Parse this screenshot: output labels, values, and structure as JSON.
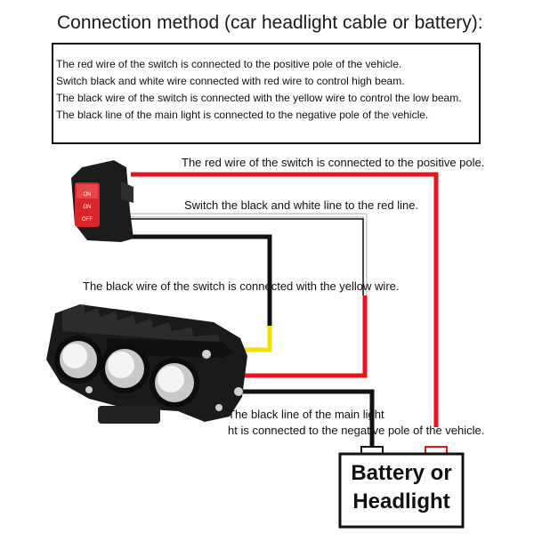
{
  "title": "Connection method (car headlight cable or battery):",
  "box_lines": [
    "The red wire of the switch is connected to the positive pole of the vehicle.",
    "Switch black and white wire connected with red wire to control high beam.",
    "The black wire of the switch is connected with the yellow wire to control the low beam.",
    "The black line of the main light is connected to the negative pole of the vehicle."
  ],
  "labels": {
    "red_wire": "The red wire of the switch is connected to the positive pole.",
    "black_white": "Switch the black and white line to the red line.",
    "black_yellow": "The black wire of the switch is connected with the yellow wire.",
    "main_light_1": "The black line of the main light",
    "main_light_2": "ht is connected to the negative pole of the vehicle."
  },
  "switch": {
    "positions": [
      "ON",
      "ON",
      "OFF"
    ]
  },
  "battery": {
    "line1": "Battery or",
    "line2": "Headlight"
  },
  "colors": {
    "red": "#e8141c",
    "yellow": "#f3e000",
    "black": "#111111",
    "switch_red": "#d8262c"
  }
}
